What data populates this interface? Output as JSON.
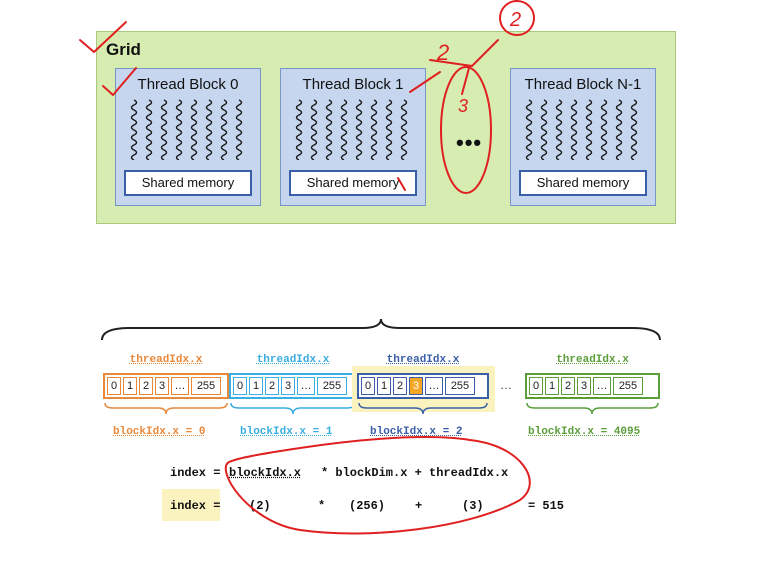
{
  "grid": {
    "title": "Grid",
    "blocks": [
      {
        "label": "Thread Block 0",
        "memory": "Shared memory"
      },
      {
        "label": "Thread Block 1",
        "memory": "Shared memory"
      },
      {
        "label": "Thread Block N-1",
        "memory": "Shared memory"
      }
    ],
    "dots": "•••"
  },
  "indexing": {
    "segments": [
      {
        "thread_label": "threadIdx.x",
        "cells": [
          "0",
          "1",
          "2",
          "3",
          "…",
          "255"
        ],
        "block_label": "blockIdx.x = 0",
        "color": "#e8883a"
      },
      {
        "thread_label": "threadIdx.x",
        "cells": [
          "0",
          "1",
          "2",
          "3",
          "…",
          "255"
        ],
        "block_label": "blockIdx.x = 1",
        "color": "#3aaee0"
      },
      {
        "thread_label": "threadIdx.x",
        "cells": [
          "0",
          "1",
          "2",
          "3",
          "…",
          "255"
        ],
        "block_label": "blockIdx.x = 2",
        "color": "#3a5fa8"
      },
      {
        "thread_label": "threadIdx.x",
        "cells": [
          "0",
          "1",
          "2",
          "3",
          "…",
          "255"
        ],
        "block_label": "blockIdx.x = 4095",
        "color": "#5a9e3a"
      }
    ],
    "ellipsis": "…",
    "highlight_color": "#f5a623",
    "formula1": {
      "lhs": "index =",
      "t1": "blockIdx.x",
      "t2": "* blockDim.x + threadIdx.x"
    },
    "formula2": {
      "lhs": "index =",
      "v1": "(2)",
      "op1": "*",
      "v2": "(256)",
      "op2": "+",
      "v3": "(3)",
      "result": "= 515"
    }
  },
  "annotations": {
    "mark_2": "2",
    "mark_circled_2": "2",
    "mark_3": "3"
  }
}
